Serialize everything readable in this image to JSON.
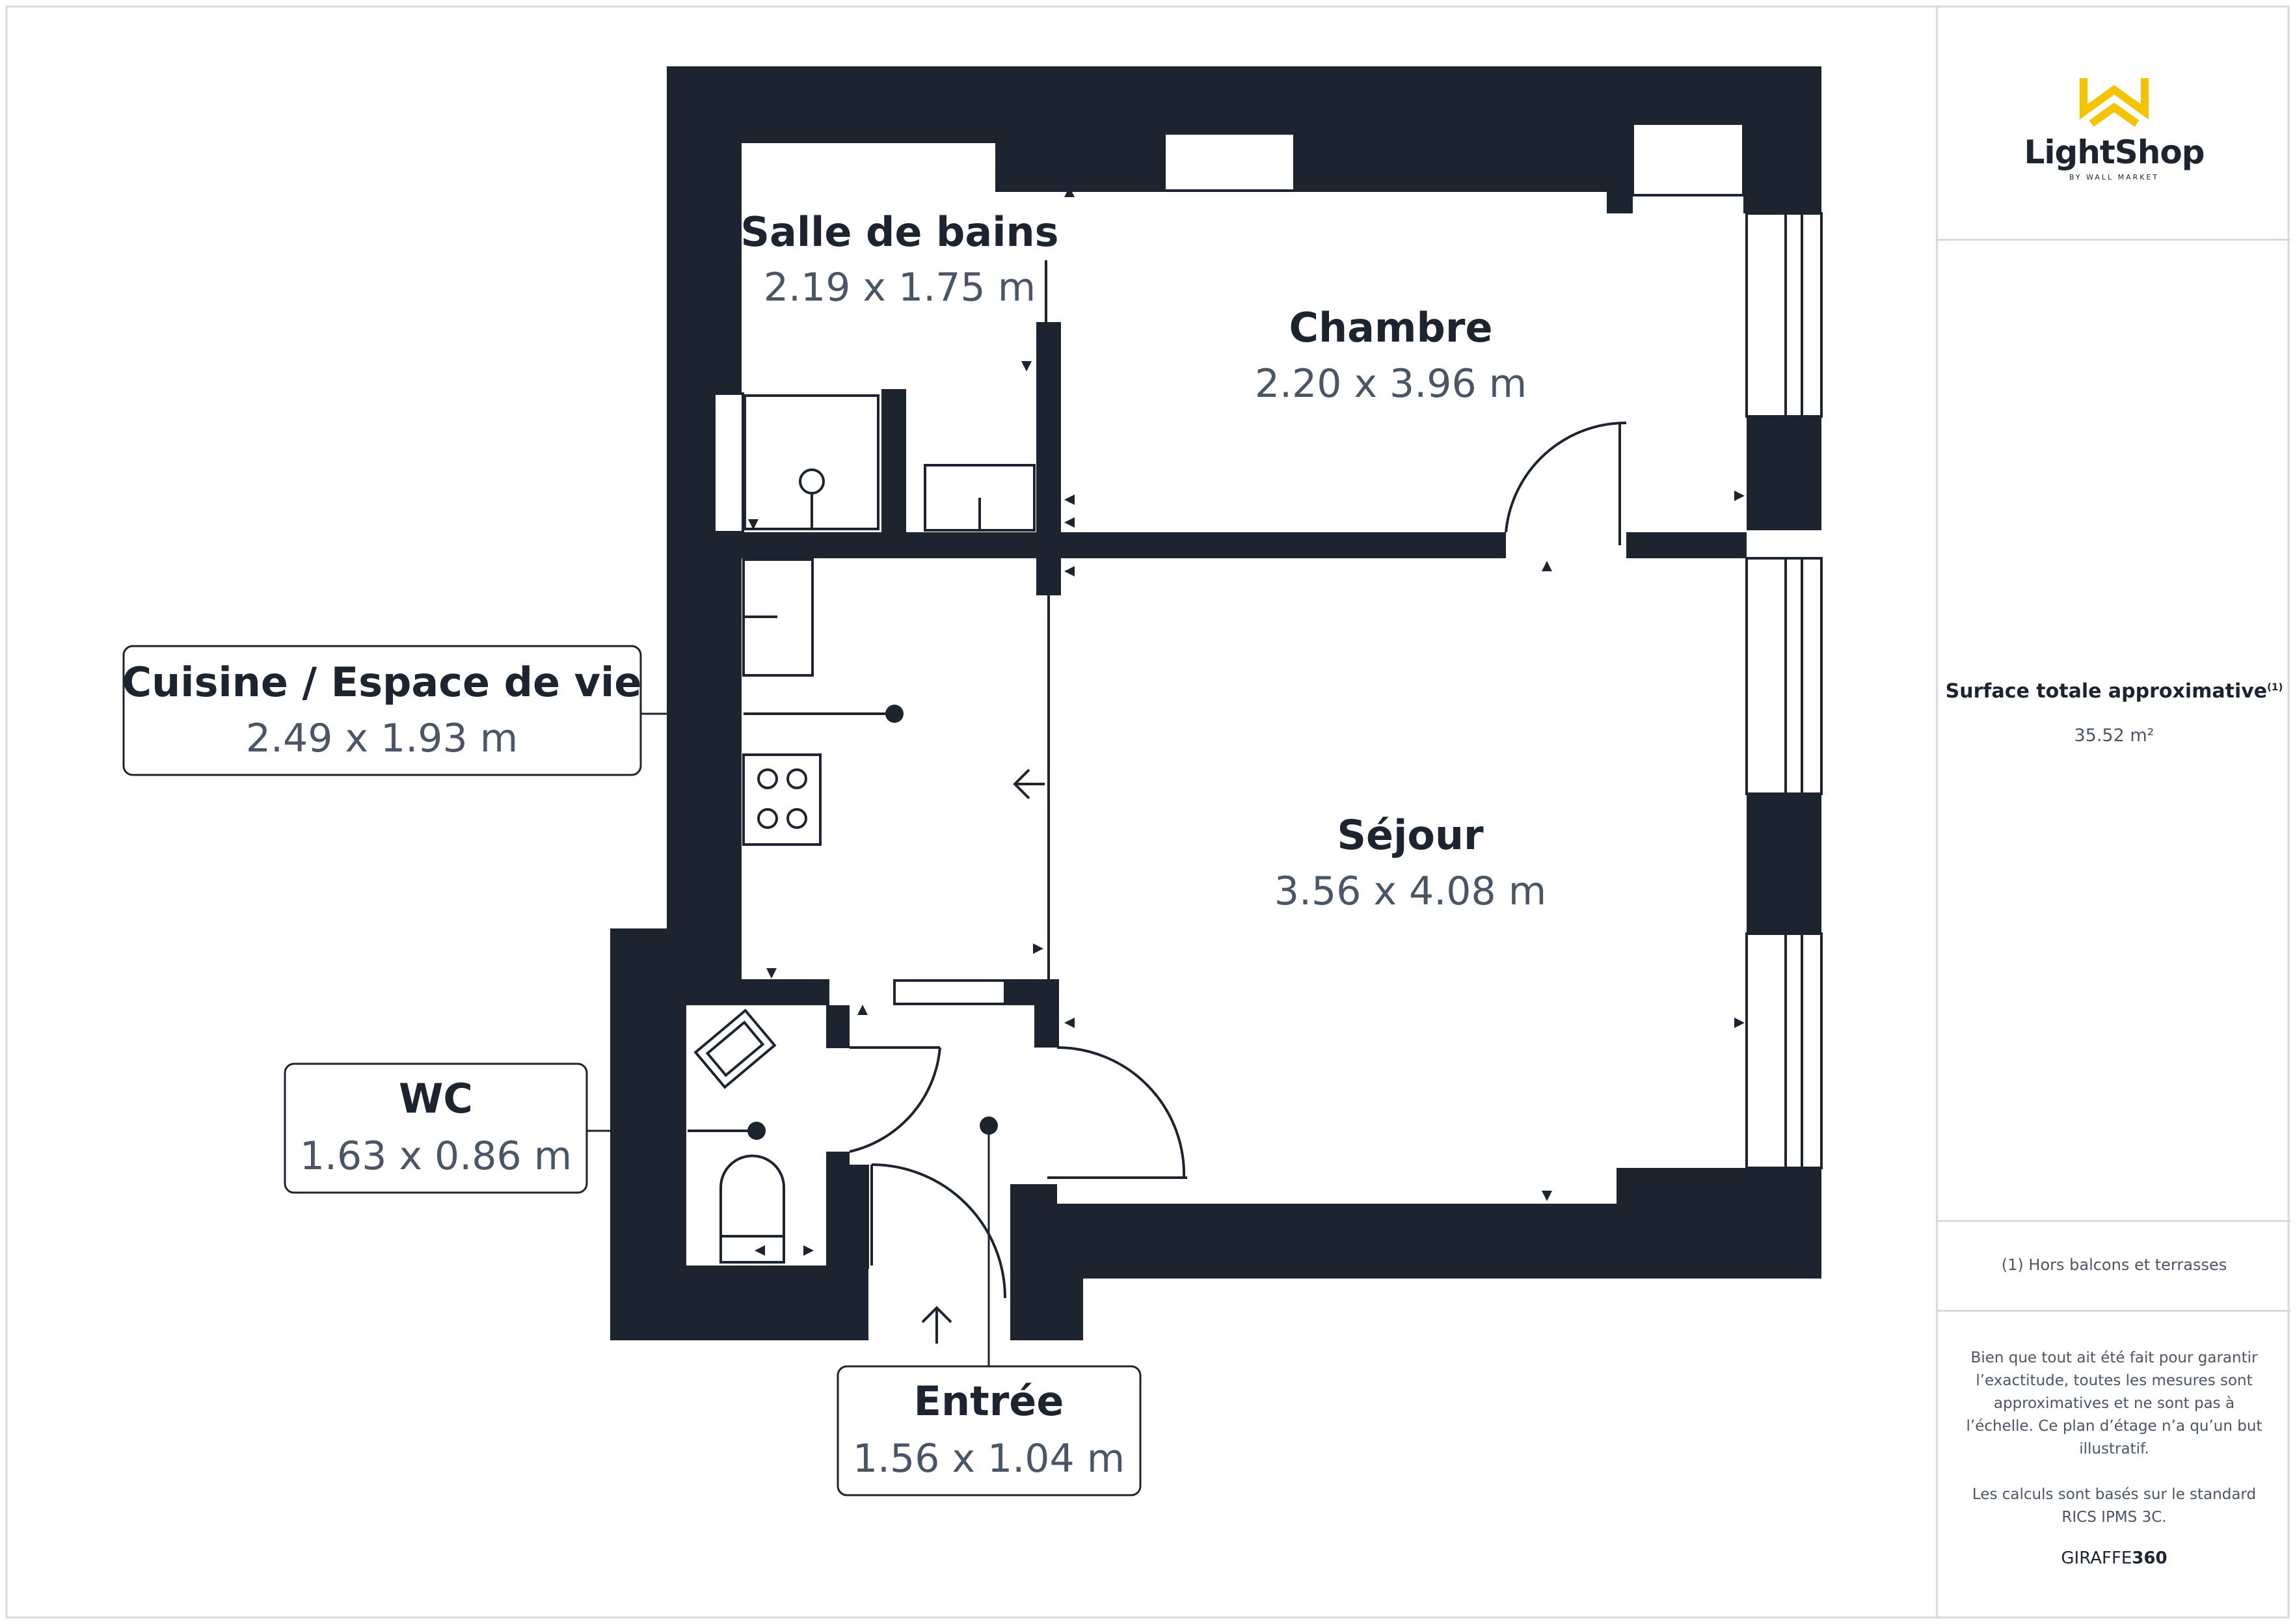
{
  "rooms": {
    "salle_de_bains": {
      "name": "Salle de bains",
      "dims": "2.19 x 1.75 m"
    },
    "chambre": {
      "name": "Chambre",
      "dims": "2.20 x 3.96 m"
    },
    "cuisine": {
      "name": "Cuisine / Espace de vie",
      "dims": "2.49 x 1.93 m"
    },
    "sejour": {
      "name": "Séjour",
      "dims": "3.56 x 4.08 m"
    },
    "wc": {
      "name": "WC",
      "dims": "1.63 x 0.86 m"
    },
    "entree": {
      "name": "Entrée",
      "dims": "1.56 x 1.04 m"
    }
  },
  "brand": {
    "name": "LightShop",
    "sub": "BY WALL MARKET",
    "color": "#f5c400"
  },
  "summary": {
    "area_label": "Surface totale approximative",
    "area_note_mark": "(1)",
    "area_value": "35.52 m²",
    "footnote": "(1) Hors balcons et terrasses"
  },
  "disclaimer": {
    "p1": "Bien que tout ait été fait pour garantir l’exactitude, toutes les mesures sont approximatives et ne sont pas à l’échelle. Ce plan d’étage n’a qu’un but illustratif.",
    "p2": "Les calculs sont basés sur le standard RICS IPMS 3C."
  },
  "credit": {
    "prefix": "GIRAFFE",
    "suffix": "360"
  },
  "colors": {
    "wall": "#1c2430",
    "text_secondary": "#4a5566",
    "divider": "#d6d9de"
  }
}
